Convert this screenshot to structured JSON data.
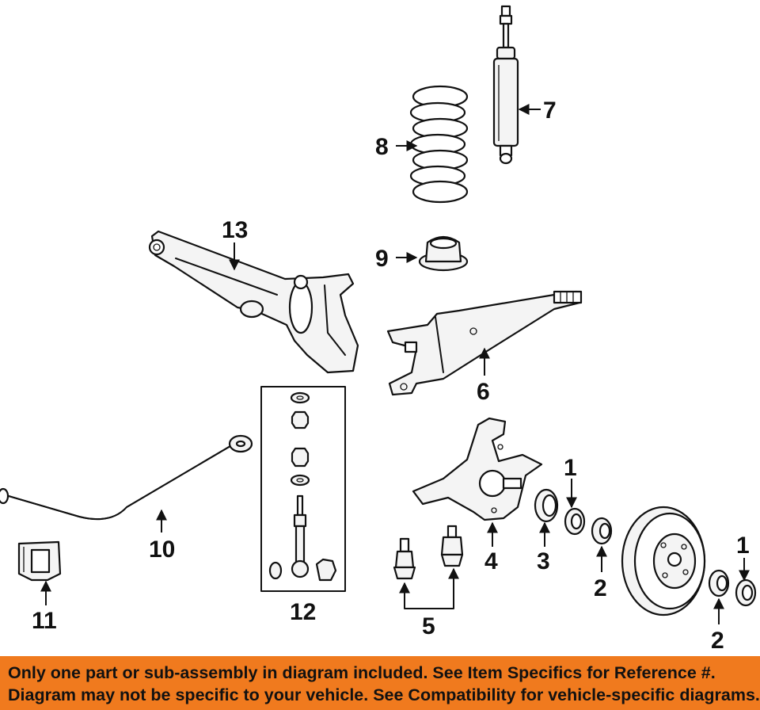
{
  "callouts": {
    "c1a": "1",
    "c1b": "1",
    "c2a": "2",
    "c2b": "2",
    "c3": "3",
    "c4": "4",
    "c5": "5",
    "c6": "6",
    "c7": "7",
    "c8": "8",
    "c9": "9",
    "c10": "10",
    "c11": "11",
    "c12": "12",
    "c13": "13"
  },
  "footer": {
    "line1": "Only one part or sub-assembly in diagram included. See Item Specifics for Reference #.",
    "line2": "Diagram may not be specific to your vehicle. See Compatibility for vehicle-specific diagrams."
  },
  "colors": {
    "banner": "#f07a1e",
    "ink": "#111111"
  }
}
